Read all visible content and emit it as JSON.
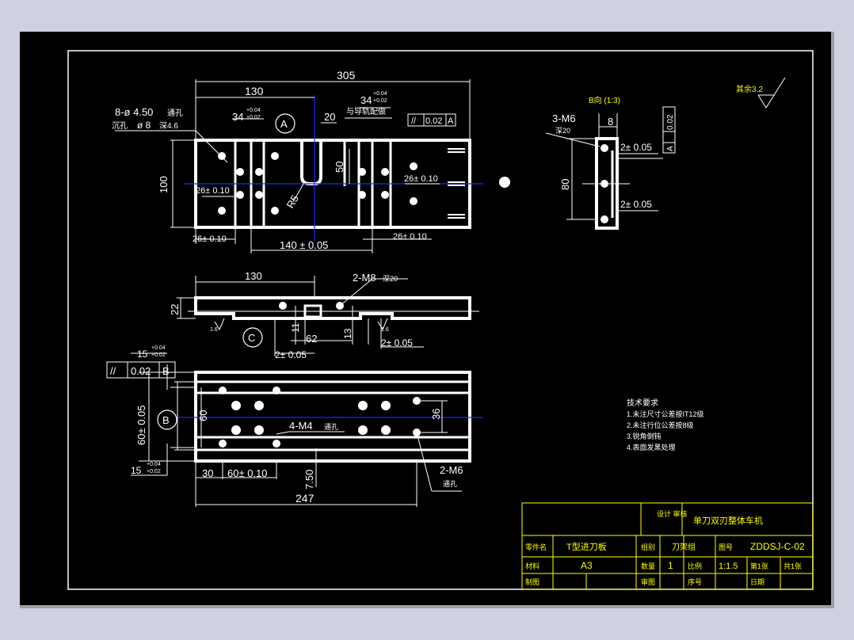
{
  "drawing": {
    "dims": {
      "d305": "305",
      "d130": "130",
      "d34a": "34",
      "tol_p": "+0.04",
      "tol_p2": "+0.02",
      "d34b": "34",
      "d20": "20",
      "d50": "50",
      "d100": "100",
      "r5": "R5",
      "d26a": "26± 0.10",
      "d26b": "26± 0.10",
      "d26c": "26± 0.10",
      "d26d": "26± 0.10",
      "d140": "140 ± 0.05",
      "hole1": "8-ø 4.50",
      "hole1b": "通孔",
      "hole2": "沉孔",
      "hole2b": "ø 8",
      "hole2c": "深4.6",
      "note_rail": "与导轨配做",
      "par_val": "0.02",
      "par_ref": "A",
      "circleA": "A",
      "front_130": "130",
      "front_22": "22",
      "front_m8": "2-M8",
      "front_m8b": "深20",
      "front_11": "11",
      "front_62": "62",
      "front_13": "13",
      "front_205a": "2± 0.05",
      "front_205b": "2± 0.05",
      "circleC": "C",
      "rough1": "1.6",
      "rough2": "1.6",
      "bot_15a": "15",
      "bot_15b": "15",
      "bot_par": "0.02",
      "bot_ref": "B",
      "circleB": "B",
      "bot_60": "60± 0.05",
      "bot_60b": "60",
      "bot_m4": "4-M4",
      "bot_m4b": "通孔",
      "bot_36": "36",
      "bot_30": "30",
      "bot_6010": "60± 0.10",
      "bot_750": "7.50",
      "bot_247": "247",
      "bot_m6": "2-M6",
      "bot_m6b": "通孔",
      "side_title": "B向 (1:3)",
      "side_m6": "3-M6",
      "side_m6b": "深20",
      "side_8": "8",
      "side_80": "80",
      "side_205a": "2± 0.05",
      "side_205b": "2± 0.05",
      "side_par": "0.02",
      "side_ref": "A",
      "rough_top": "其余3.2"
    },
    "tech_notes": [
      "技术要求",
      "1.未注尺寸公差按IT12级",
      "2.未注行位公差按8级",
      "3.锐角倒钝",
      "4.表面发黑处理"
    ],
    "title_block": {
      "school": "设计 审核",
      "project": "单刀双刃整体车机",
      "part_label": "零件名",
      "part_value": "T型进刀板",
      "group_label": "组别",
      "group_value": "刀架组",
      "drawing_no_label": "图号",
      "drawing_no": "ZDDSJ-C-02",
      "material_label": "材料",
      "material": "A3",
      "qty_label": "数量",
      "qty": "1",
      "scale_label": "比例",
      "scale": "1:1.5",
      "sheet_label": "第1张",
      "sheets_label": "共1张",
      "designer_label": "制图",
      "checker_label": "审图",
      "order_label": "序号",
      "date_label": "日期"
    }
  }
}
